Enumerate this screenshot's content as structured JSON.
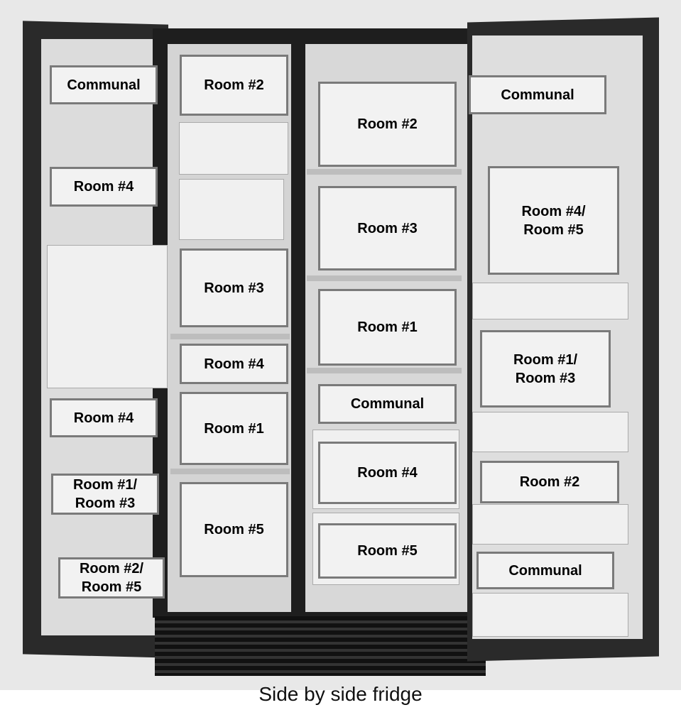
{
  "labels": {
    "left_door": [
      "Communal",
      "Room #4",
      "Room #4",
      "Room #1/\nRoom #3",
      "Room #2/\nRoom #5"
    ],
    "freezer": [
      "Room #2",
      "Room #3",
      "Room #4",
      "Room #1",
      "Room #5"
    ],
    "fridge": [
      "Room #2",
      "Room #3",
      "Room #1",
      "Communal",
      "Room #4",
      "Room #5"
    ],
    "right_door": [
      "Communal",
      "Room #4/\nRoom #5",
      "Room #1/\nRoom #3",
      "Room #2",
      "Communal"
    ]
  },
  "caption": "Side by side fridge"
}
